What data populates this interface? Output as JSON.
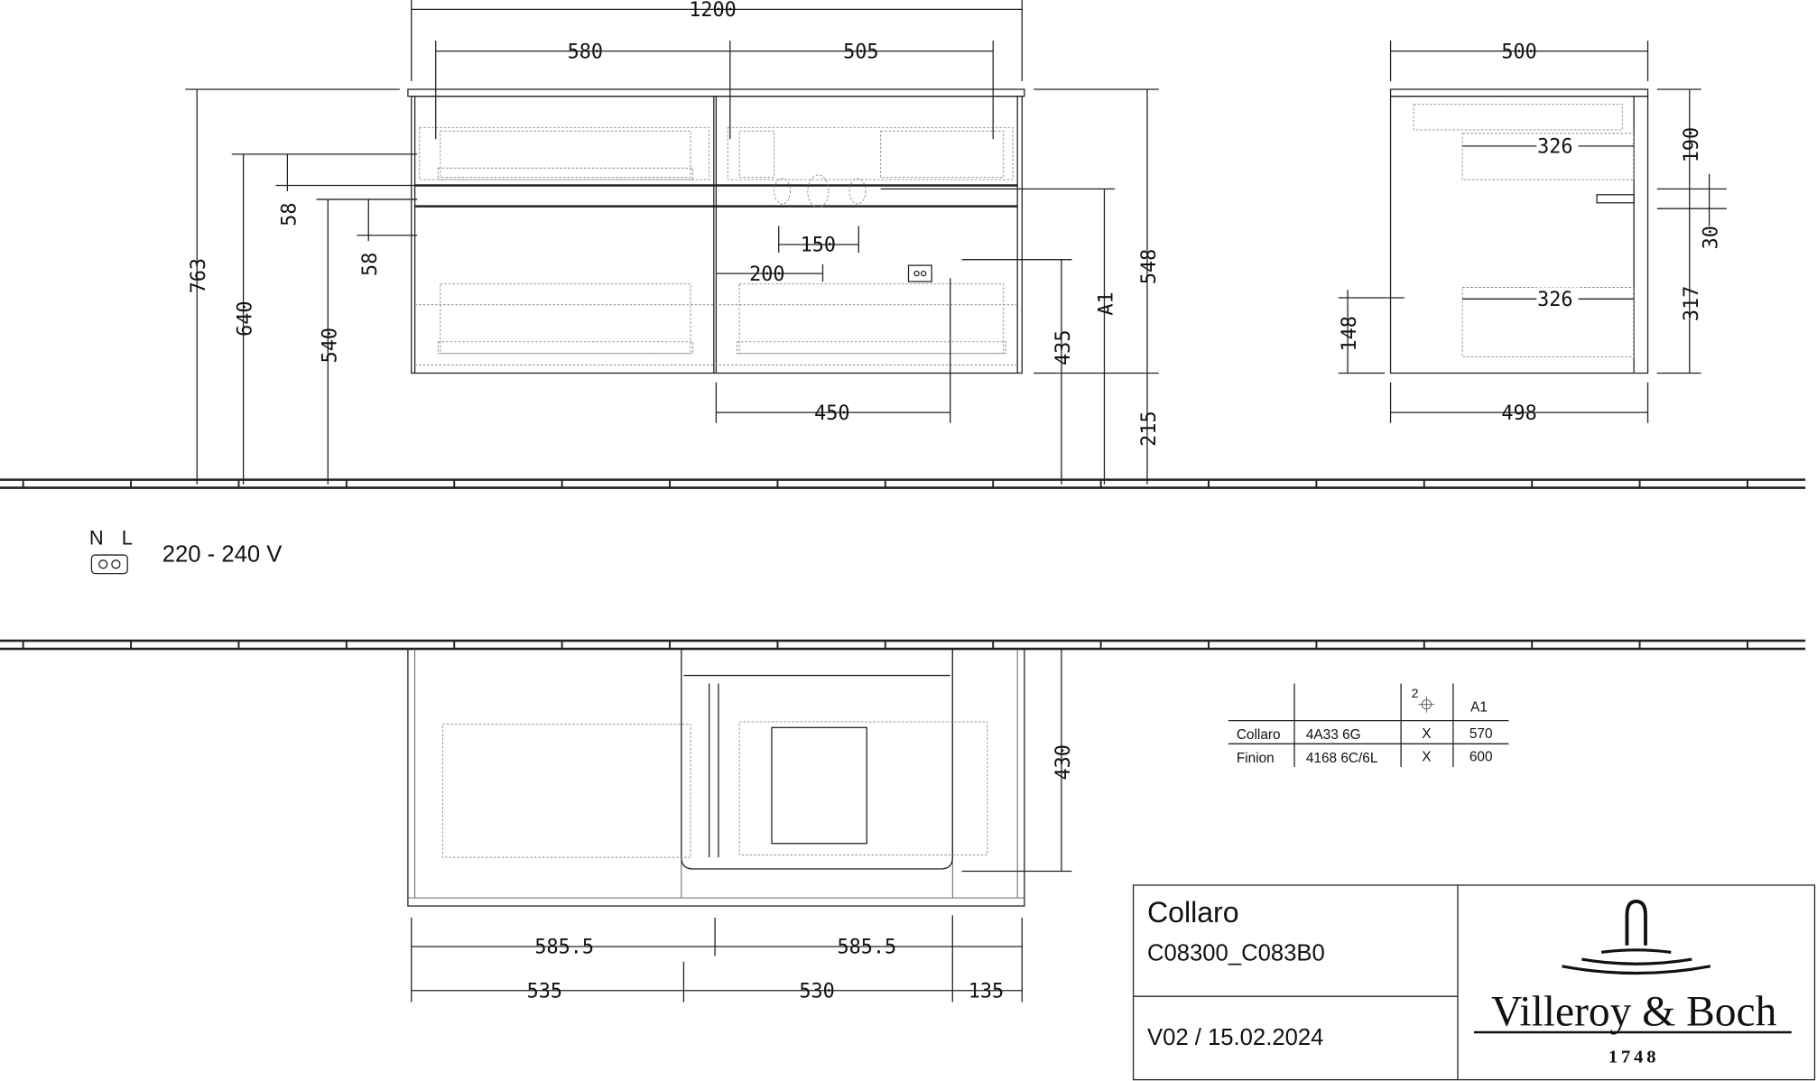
{
  "front_view": {
    "dims": {
      "total_width": "1200",
      "left_width": "580",
      "right_width": "505",
      "height_763": "763",
      "height_640": "640",
      "height_540": "540",
      "gap_58_a": "58",
      "gap_58_b": "58",
      "spacing_150": "150",
      "offset_200": "200",
      "offset_450": "450",
      "height_435": "435",
      "a1": "A1",
      "height_548": "548",
      "height_215": "215"
    }
  },
  "side_view": {
    "dims": {
      "depth_500": "500",
      "depth_498": "498",
      "drawer_326_top": "326",
      "drawer_326_bottom": "326",
      "h_190": "190",
      "h_30": "30",
      "h_317": "317",
      "h_148": "148"
    }
  },
  "electrical": {
    "neutral": "N",
    "live": "L",
    "voltage": "220 - 240 V"
  },
  "top_view": {
    "dims": {
      "h_430": "430",
      "left_585": "585.5",
      "right_585": "585.5",
      "w_535": "535",
      "w_530": "530",
      "w_135": "135"
    }
  },
  "compat_table": {
    "header_tap_count": "2",
    "header_a1": "A1",
    "rows": [
      {
        "series": "Collaro",
        "code": "4A33 6G",
        "tap": "X",
        "a1": "570"
      },
      {
        "series": "Finion",
        "code": "4168 6C/6L",
        "tap": "X",
        "a1": "600"
      }
    ]
  },
  "title_block": {
    "product": "Collaro",
    "article": "C08300_C083B0",
    "version": "V02 / 15.02.2024",
    "brand": "Villeroy & Boch",
    "founded": "1748"
  }
}
